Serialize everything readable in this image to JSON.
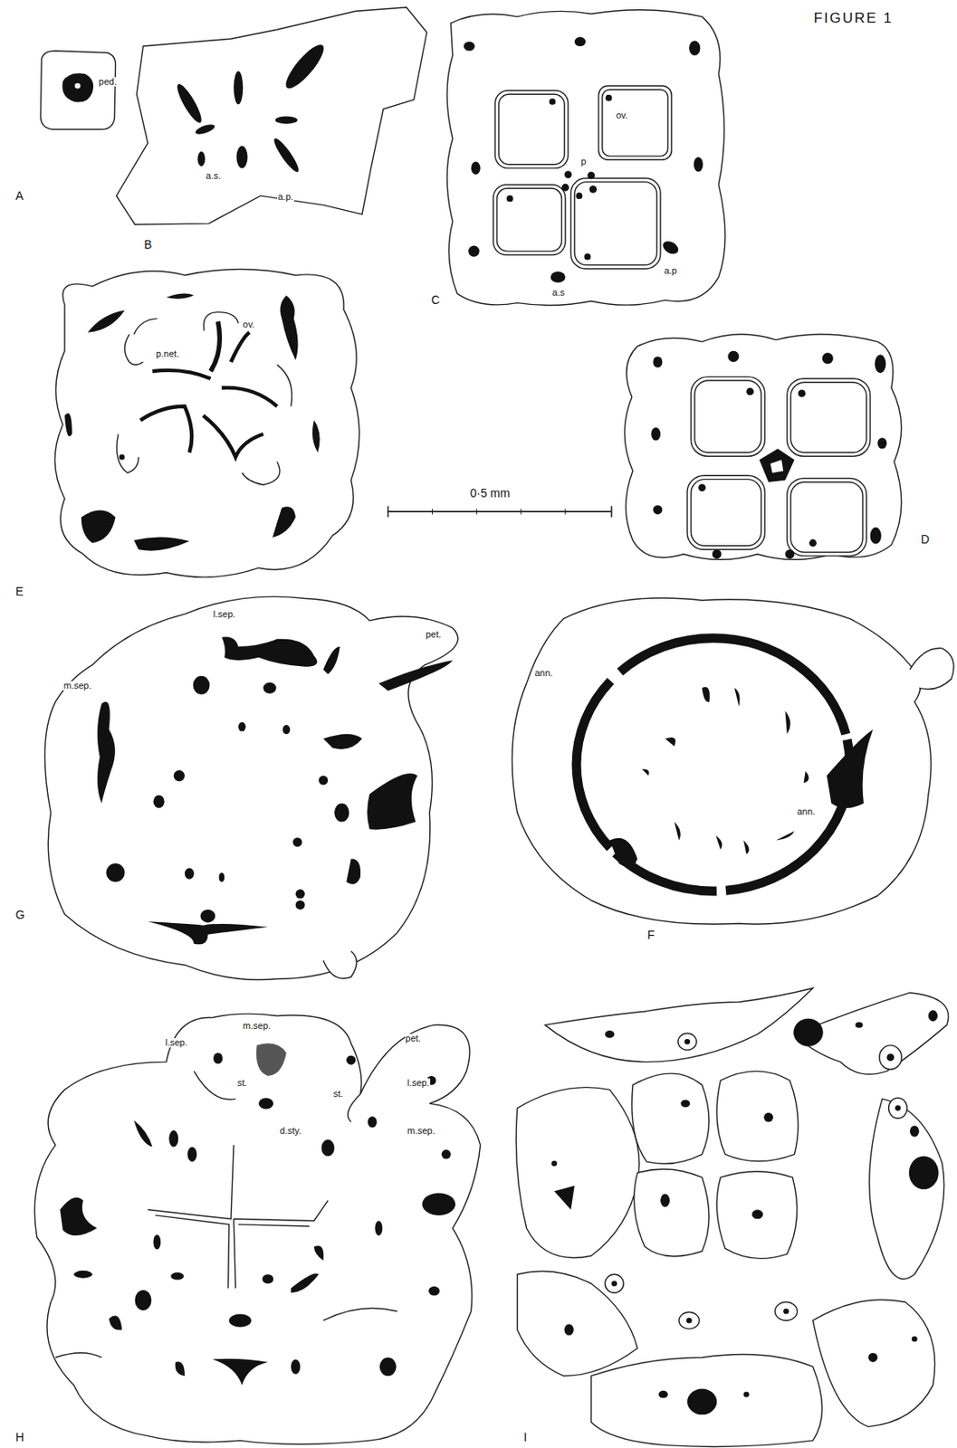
{
  "diagram": {
    "title": "FIGURE 1",
    "labels": [
      "ped.",
      "A",
      "a.s.",
      "a.p.",
      "B",
      "ov.",
      "p",
      "a.p",
      "a.s",
      "C",
      "ov.",
      "p.net.",
      "E",
      "0·5 mm",
      "D",
      "l.sep.",
      "pet.",
      "m.sep.",
      "ann.",
      "ann.",
      "G",
      "F",
      "l.sep.",
      "m.sep.",
      "pet.",
      "st.",
      "st.",
      "d.sty.",
      "l.sep.",
      "m.sep.",
      "H",
      "I"
    ]
  }
}
